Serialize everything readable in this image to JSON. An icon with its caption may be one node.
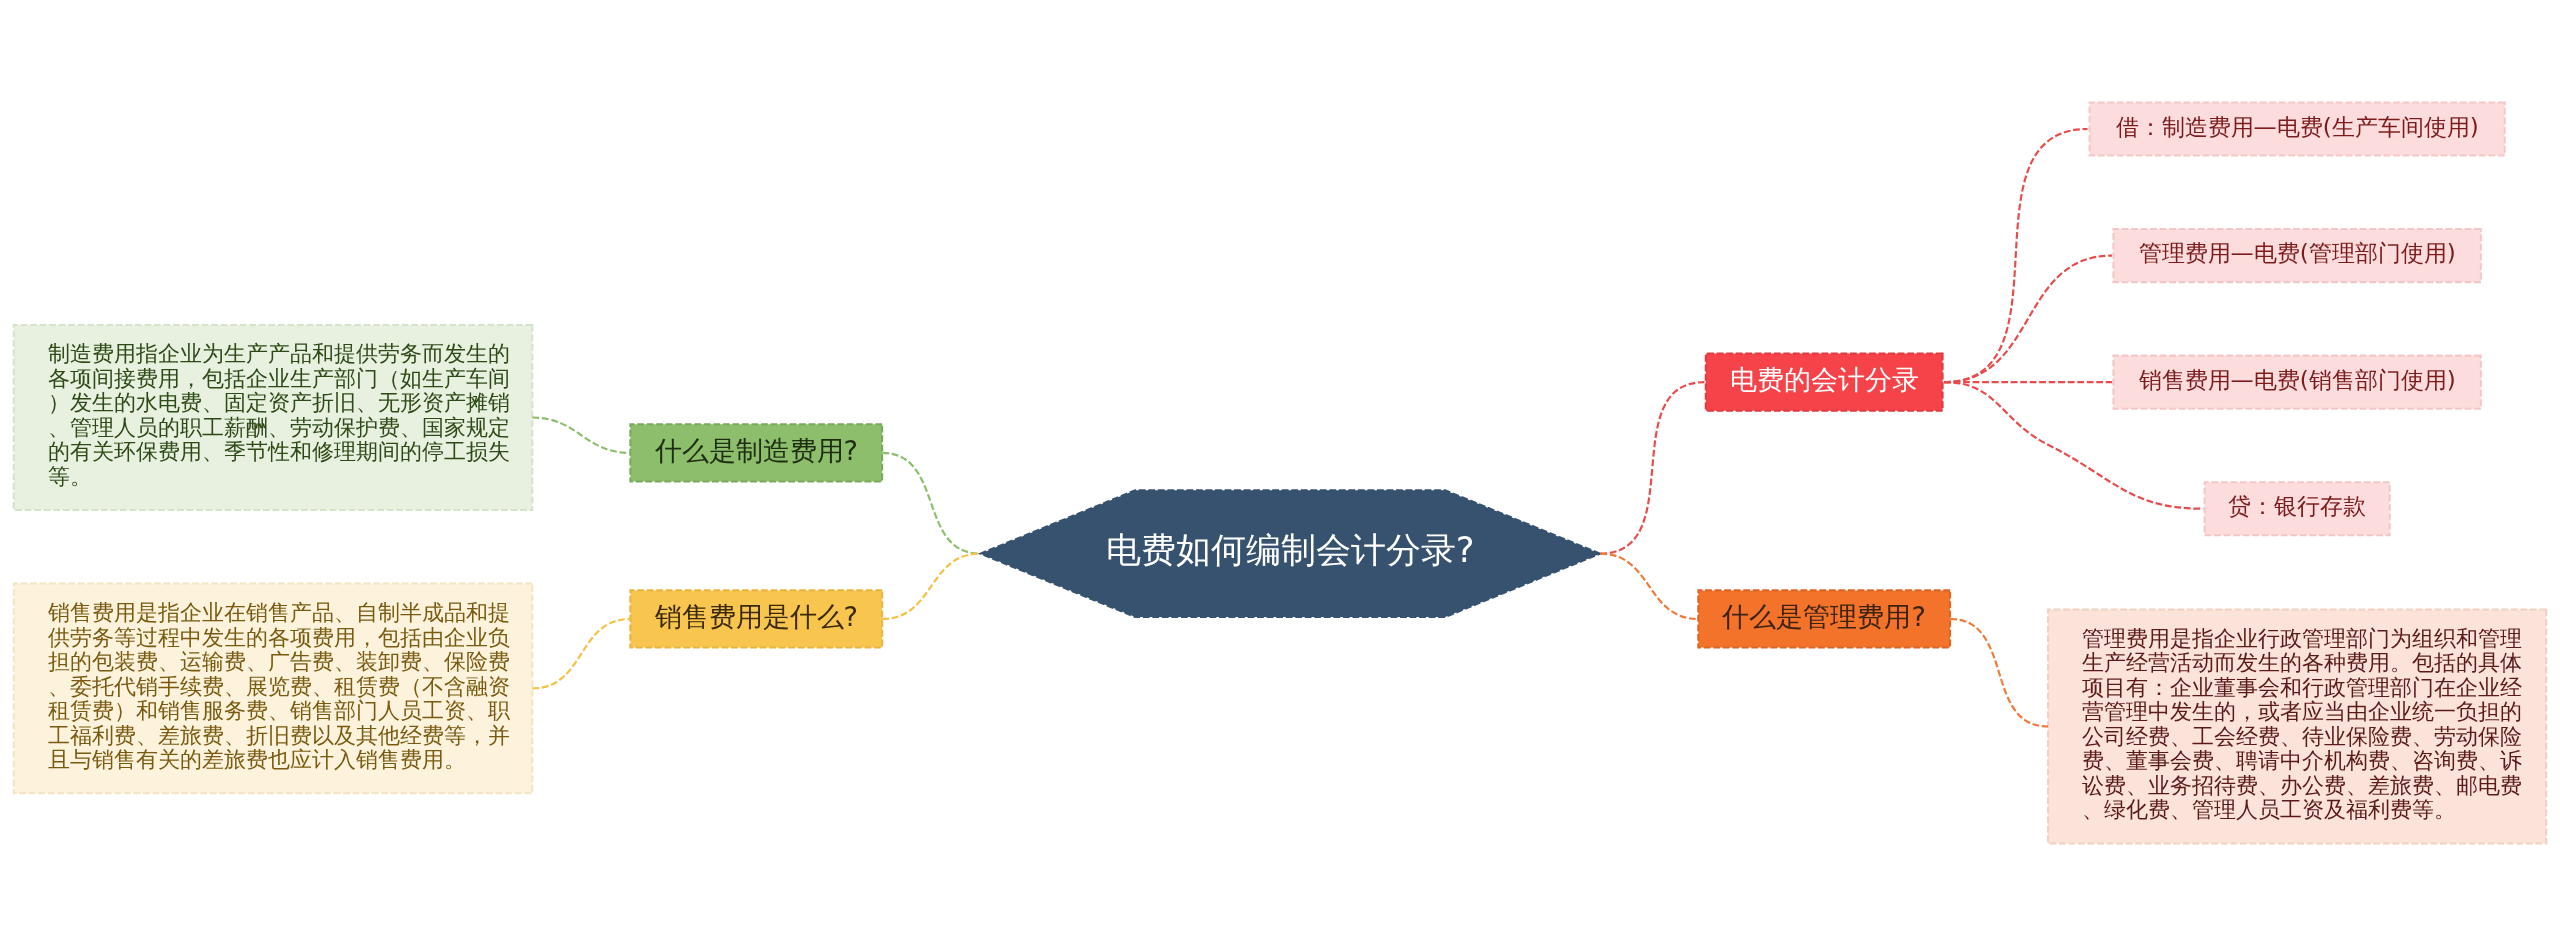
{
  "diagram": {
    "nodes": [
      {
        "text": [
          "电费如何编制会计分录?"
        ]
      },
      {
        "text": [
          "什么是制造费用?"
        ]
      },
      {
        "text": [
          "制造费用指企业为生产产品和提供劳务而发生的各项间接费用，包括企业生产部门（如生产车间）发生的水电费、固定资产折旧、无形资产摊销、管理人员的职工薪酬、劳动保护费、国家规定的有关环保费用、季节性和修理期间的停工损失等。"
        ]
      },
      {
        "text": [
          "销售费用是什么?"
        ]
      },
      {
        "text": [
          "销售费用是指企业在销售产品、自制半成品和提供劳务等过程中发生的各项费用，包括由企业负担的包装费、运输费、广告费、装卸费、保险费、委托代销手续费、展览费、租赁费（不含融资租赁费）和销售服务费、销售部门人员工资、职工福利费、差旅费、折旧费以及其他经费等，并且与销售有关的差旅费也应计入销售费用。"
        ]
      },
      {
        "text": [
          "电费的会计分录"
        ]
      },
      {
        "text": [
          "借：制造费用—电费(生产车间使用)"
        ]
      },
      {
        "text": [
          "管理费用—电费(管理部门使用)"
        ]
      },
      {
        "text": [
          "销售费用—电费(销售部门使用)"
        ]
      },
      {
        "text": [
          "贷：银行存款"
        ]
      },
      {
        "text": [
          "什么是管理费用?"
        ]
      },
      {
        "text": [
          "管理费用是指企业行政管理部门为组织和管理生产经营活动而发生的各种费用。包括的具体项目有：企业董事会和行政管理部门在企业经营管理中发生的，或者应当由企业统一负担的公司经费、工会经费、待业保险费、劳动保险费、董事会费、聘请中介机构费、咨询费、诉讼费、业务招待费、办公费、差旅费、邮电费、绿化费、管理人员工资及福利费等。"
        ]
      }
    ],
    "edges": [
      {
        "from": 2,
        "to": 1,
        "arrow": "none",
        "style": "dashed",
        "color": "#8cbe6c"
      },
      {
        "from": 1,
        "to": 0,
        "arrow": "none",
        "style": "dashed",
        "color": "#8cbe6c"
      },
      {
        "from": 4,
        "to": 3,
        "arrow": "none",
        "style": "dashed",
        "color": "#f5c043"
      },
      {
        "from": 3,
        "to": 0,
        "arrow": "none",
        "style": "dashed",
        "color": "#f5c043"
      },
      {
        "from": 0,
        "to": 5,
        "arrow": "none",
        "style": "dashed"
      },
      {
        "from": 5,
        "to": 6,
        "arrow": "none",
        "style": "dashed"
      },
      {
        "from": 5,
        "to": 7,
        "arrow": "none",
        "style": "dashed"
      },
      {
        "from": 5,
        "to": 8,
        "arrow": "none",
        "style": "dashed"
      },
      {
        "from": 5,
        "to": 9,
        "arrow": "none",
        "style": "dashed"
      },
      {
        "from": 0,
        "to": 10,
        "arrow": "none",
        "style": "dashed",
        "color": "#ef7a3a"
      },
      {
        "from": 10,
        "to": 11,
        "arrow": "none",
        "style": "dashed",
        "color": "#ef7a3a"
      }
    ]
  }
}
